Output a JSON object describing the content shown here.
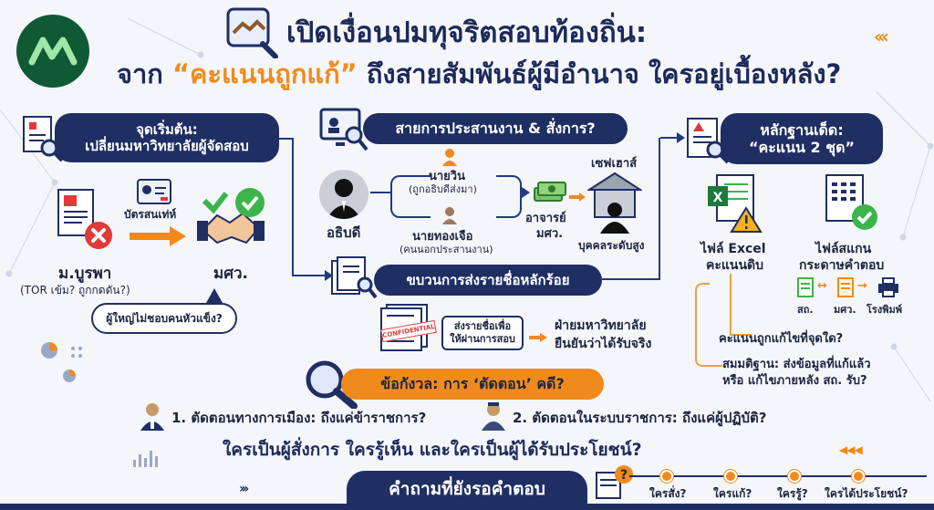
{
  "title": {
    "line1": "เปิดเงื่อนปมทุจริตสอบท้องถิ่น:",
    "line2_pre": "จาก ",
    "line2_highlight": "“คะแนนถูกแก้”",
    "line2_post": " ถึงสายสัมพันธ์ผู้มีอำนาจ ใครอยู่เบื้องหลัง?"
  },
  "left": {
    "header_line1": "จุดเริ่มต้น:",
    "header_line2": "เปลี่ยนมหาวิทยาลัยผู้จัดสอบ",
    "card_label": "บัตรสนเท่ห์",
    "buu_label": "ม.บูรพา",
    "buu_note": "(TOR เข้ม? ถูกกดดัน?)",
    "mou_label": "มศว.",
    "bubble": "ผู้ใหญ่ไม่ชอบคนหัวแข็ง?"
  },
  "middle": {
    "header": "สายการประสานงาน & สั่งการ?",
    "director": "อธิบดี",
    "person1": "นายวิน",
    "person1_note": "(ถูกอธิบดีส่งมา)",
    "person2": "นายทองเจือ",
    "person2_note": "(คนนอกประสานงาน)",
    "teacher_line1": "อาจารย์",
    "teacher_line2": "มศว.",
    "safehouse": "เซฟเฮาส์",
    "senior": "บุคคลระดับสูง",
    "process_header": "ขบวนการส่งรายชื่อหลักร้อย",
    "confidential": "CONFIDENTIAL",
    "send_note_line1": "ส่งรายชื่อเพื่อ",
    "send_note_line2": "ให้ผ่านการสอบ",
    "univ_line1": "ฝ่ายมหาวิทยาลัย",
    "univ_line2": "ยืนยันว่าได้รับจริง"
  },
  "right": {
    "header_line1": "หลักฐานเด็ด:",
    "header_line2": "“คะแนน 2 ชุด”",
    "excel_line1": "ไฟล์ Excel",
    "excel_line2": "คะแนนดิบ",
    "scan_line1": "ไฟล์สแกน",
    "scan_line2": "กระดาษคำตอบ",
    "flow1": "สถ.",
    "flow2": "มศว.",
    "flow3": "โรงพิมพ์",
    "q1": "คะแนนถูกแก้ไขที่จุดใด?",
    "q2_line1": "สมมติฐาน: ส่งข้อมูลที่แก้แล้ว",
    "q2_line2": "หรือ แก้ไขภายหลัง สถ. รับ?"
  },
  "concern": {
    "header": "ข้อกังวล: การ ‘ตัดตอน’ คดี?",
    "item1": "1. ตัดตอนทางการเมือง: ถึงแค่ข้าราชการ?",
    "item2": "2. ตัดตอนในระบบราชการ: ถึงแค่ผู้ปฏิบัติ?",
    "question": "ใครเป็นผู้สั่งการ ใครรู้เห็น และใครเป็นผู้ได้รับประโยชน์?"
  },
  "footer": {
    "header": "คำถามที่ยังรอคำตอบ",
    "steps": [
      "ใครสั่ง?",
      "ใครแก้?",
      "ใครรู้?",
      "ใครได้ประโยชน์?"
    ]
  },
  "colors": {
    "navy": "#1f2f63",
    "orange": "#f08a1c",
    "red": "#e03a3a",
    "green": "#3cb44a",
    "logo": "#0f5a35"
  }
}
